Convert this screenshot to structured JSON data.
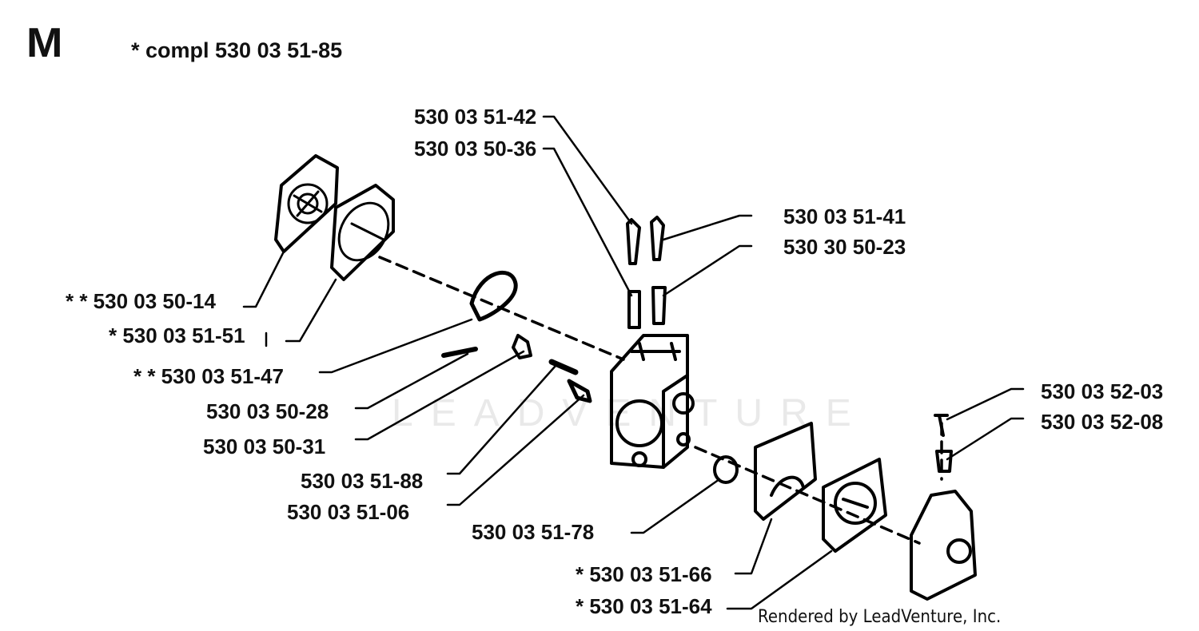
{
  "header": {
    "section_letter": "M",
    "assembly_note": "* compl 530 03 51-85"
  },
  "parts": [
    {
      "id": "p1",
      "label": "530 03 51-42"
    },
    {
      "id": "p2",
      "label": "530 03 50-36"
    },
    {
      "id": "p3",
      "label": "530 03 51-41"
    },
    {
      "id": "p4",
      "label": "530 30 50-23"
    },
    {
      "id": "p5",
      "label": "* * 530 03 50-14"
    },
    {
      "id": "p6",
      "label": "* 530 03 51-51"
    },
    {
      "id": "p7",
      "label": "* * 530 03 51-47"
    },
    {
      "id": "p8",
      "label": "530 03 50-28"
    },
    {
      "id": "p9",
      "label": "530 03 50-31"
    },
    {
      "id": "p10",
      "label": "530 03 51-88"
    },
    {
      "id": "p11",
      "label": "530 03 51-06"
    },
    {
      "id": "p12",
      "label": "530 03 51-78"
    },
    {
      "id": "p13",
      "label": "530 03 52-03"
    },
    {
      "id": "p14",
      "label": "530 03 52-08"
    },
    {
      "id": "p15",
      "label": "* 530 03 51-66"
    },
    {
      "id": "p16",
      "label": "* 530 03 51-64"
    }
  ],
  "watermark": "LEADVENTURE",
  "credit": "Rendered by LeadVenture, Inc."
}
